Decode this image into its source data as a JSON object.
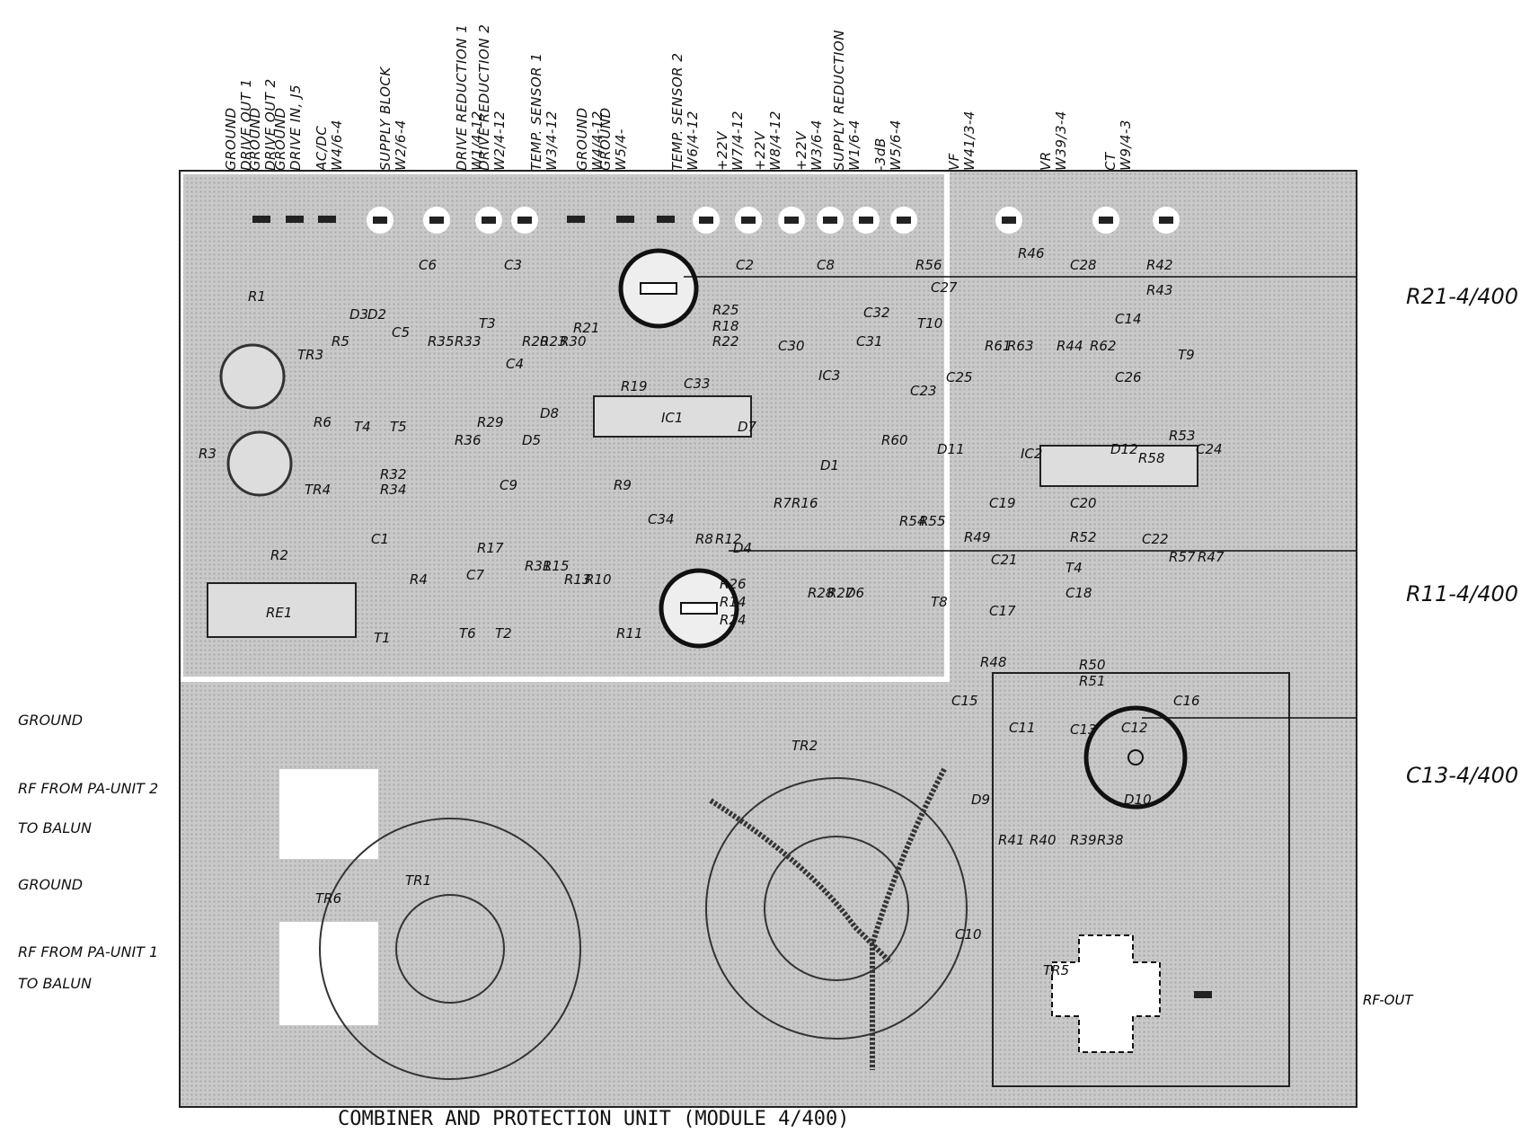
{
  "connector_labels": [
    {
      "line1": "GROUND",
      "line2": "DRIVE OUT 1"
    },
    {
      "line1": "GROUND",
      "line2": "DRIVE OUT 2"
    },
    {
      "line1": "GROUND",
      "line2": "DRIVE IN, J5"
    },
    {
      "line1": "AC/DC",
      "line2": "W4/6-4"
    },
    {
      "line1": "SUPPLY BLOCK",
      "line2": "W2/6-4"
    },
    {
      "line1": "DRIVE REDUCTION 1",
      "line2": "W1/4-12"
    },
    {
      "line1": "DRIVE REDUCTION 2",
      "line2": "W2/4-12"
    },
    {
      "line1": "TEMP. SENSOR 1",
      "line2": "W3/4-12"
    },
    {
      "line1": "GROUND",
      "line2": "W4/4-12"
    },
    {
      "line1": "GROUND",
      "line2": "W5/4-"
    },
    {
      "line1": "TEMP. SENSOR 2",
      "line2": "W6/4-12"
    },
    {
      "line1": "+22V",
      "line2": "W7/4-12"
    },
    {
      "line1": "+22V",
      "line2": "W8/4-12"
    },
    {
      "line1": "+22V",
      "line2": "W3/6-4"
    },
    {
      "line1": "SUPPLY REDUCTION",
      "line2": "W1/6-4"
    },
    {
      "line1": "-3dB",
      "line2": "W5/6-4"
    },
    {
      "line1": "VF",
      "line2": "W41/3-4"
    },
    {
      "line1": "VR",
      "line2": "W39/3-4"
    },
    {
      "line1": "CT",
      "line2": "W9/4-3"
    }
  ],
  "left_labels": [
    "GROUND",
    "RF FROM PA-UNIT 2",
    "TO BALUN",
    "GROUND",
    "RF FROM PA-UNIT 1",
    "TO BALUN"
  ],
  "callouts": [
    "R21-4/400",
    "R11-4/400",
    "C13-4/400"
  ],
  "rf_out": "RF-OUT",
  "caption": "COMBINER AND PROTECTION UNIT (MODULE 4/400)",
  "components": [
    "R1",
    "TR3",
    "R3",
    "TR4",
    "R2",
    "RE1",
    "R5",
    "D3",
    "D2",
    "C5",
    "R35",
    "R6",
    "T4",
    "T5",
    "R32",
    "R34",
    "C1",
    "R4",
    "T1",
    "R33",
    "T3",
    "C6",
    "C3",
    "R20",
    "R23",
    "R30",
    "R21",
    "C4",
    "R36",
    "R29",
    "R31",
    "R15",
    "R13",
    "R10",
    "D5",
    "D8",
    "C9",
    "R17",
    "C7",
    "T6",
    "T2",
    "R19",
    "C33",
    "IC1",
    "R9",
    "C34",
    "R11",
    "C2",
    "C8",
    "R25",
    "R18",
    "R22",
    "C30",
    "C32",
    "C31",
    "IC3",
    "D7",
    "D1",
    "R8",
    "R12",
    "D4",
    "R7",
    "R16",
    "R26",
    "R14",
    "R24",
    "R28",
    "R27",
    "D6",
    "R56",
    "C27",
    "T10",
    "R46",
    "C28",
    "R42",
    "R43",
    "C14",
    "R60",
    "C23",
    "C25",
    "R61",
    "R63",
    "R44",
    "R62",
    "C26",
    "T9",
    "IC2",
    "D11",
    "D12",
    "R58",
    "R53",
    "C24",
    "R54",
    "R55",
    "C19",
    "C20",
    "R49",
    "R52",
    "C22",
    "R57",
    "R47",
    "R50",
    "C21",
    "T8",
    "C17",
    "T4",
    "C18",
    "TR1",
    "TR6",
    "TR2",
    "R48",
    "R51",
    "C15",
    "C16",
    "C13",
    "C11",
    "C12",
    "D9",
    "D10",
    "R41",
    "R40",
    "R39",
    "R38",
    "C10",
    "TR5"
  ]
}
